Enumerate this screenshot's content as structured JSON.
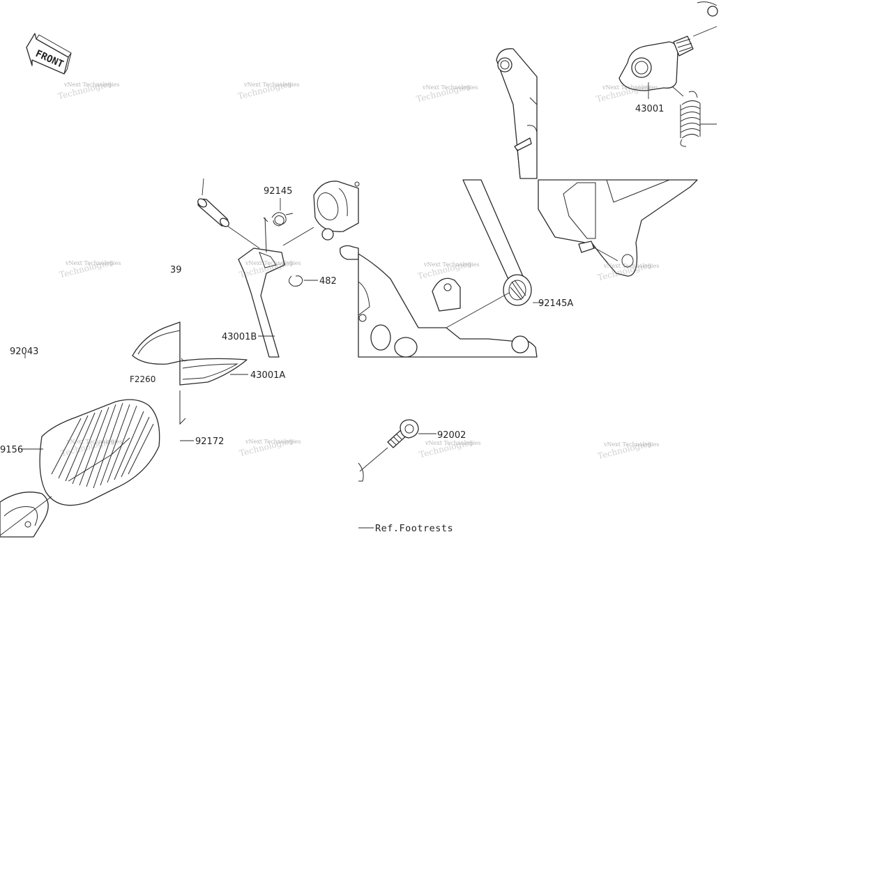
{
  "orientation": {
    "front_label": "FRONT"
  },
  "figure_code": "F2260",
  "callouts": {
    "p92145": "92145",
    "p482": "482",
    "p43001B": "43001B",
    "p43001A": "43001A",
    "p43001": "43001",
    "p92145A": "92145A",
    "p92043": "92043",
    "p9156": "9156",
    "p92172": "92172",
    "p92002": "92002",
    "p39": "39",
    "ref_footrests": "Ref.Footrests"
  },
  "watermark": {
    "line1": "vNext Technologies",
    "line2": "Technologies"
  }
}
